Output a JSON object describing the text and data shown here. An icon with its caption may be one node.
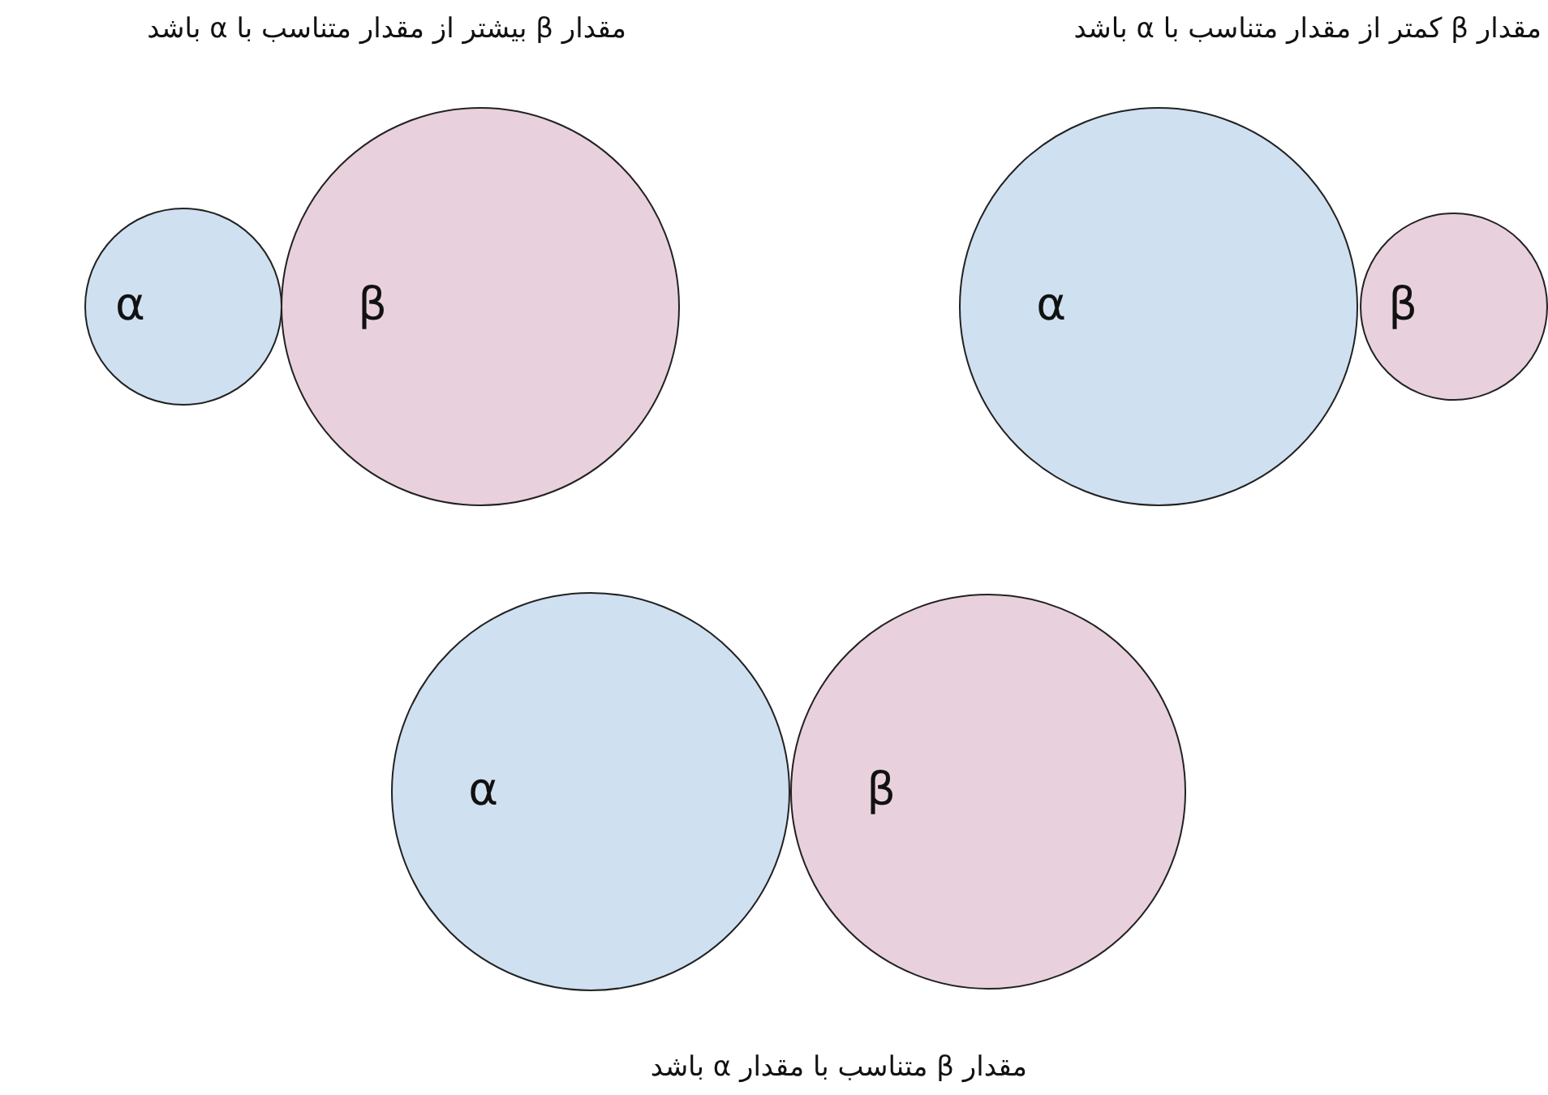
{
  "diagram": {
    "nodes": [
      {
        "text": [
          "α"
        ]
      },
      {
        "text": [
          "β"
        ]
      },
      {
        "text": [
          "α"
        ]
      },
      {
        "text": [
          "β"
        ]
      },
      {
        "text": [
          "α"
        ]
      },
      {
        "text": [
          "β"
        ]
      }
    ],
    "labels": [
      "مقدار β بیشتر از مقدار متناسب با α باشد",
      "مقدار β کمتر از مقدار متناسب با α باشد",
      "مقدار β متناسب با مقدار α باشد"
    ]
  }
}
